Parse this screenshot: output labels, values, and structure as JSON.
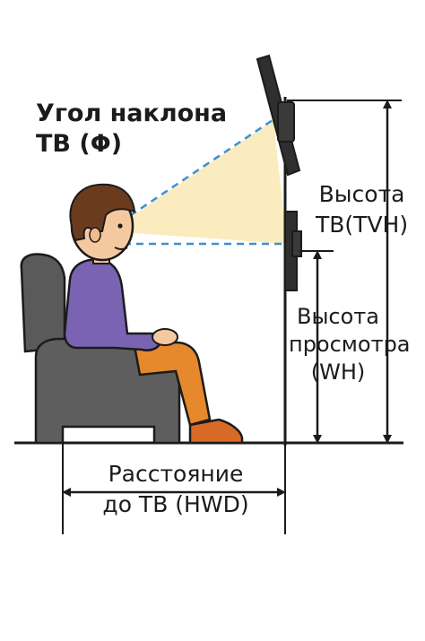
{
  "labels": {
    "tilt_angle": {
      "line1": "Угол наклона",
      "line2": "ТВ (Φ)"
    },
    "tv_height": {
      "line1": "Высота",
      "line2": "ТВ(TVH)"
    },
    "viewing_height": {
      "line1": "Высота",
      "line2": "просмотра",
      "line3": "(WH)"
    },
    "distance": {
      "line1": "Расстояние",
      "line2": "до ТВ (HWD)"
    }
  },
  "colors": {
    "outline": "#1b1b1b",
    "chair": "#555555",
    "shirt": "#7b63b4",
    "pants": "#e6892d",
    "shoe": "#d96a26",
    "skin": "#f4c9a0",
    "hair": "#6b3b1e",
    "view_cone": "#fbecbf",
    "sight_line": "#3b8fd6",
    "tv": "#2f2f2f"
  }
}
